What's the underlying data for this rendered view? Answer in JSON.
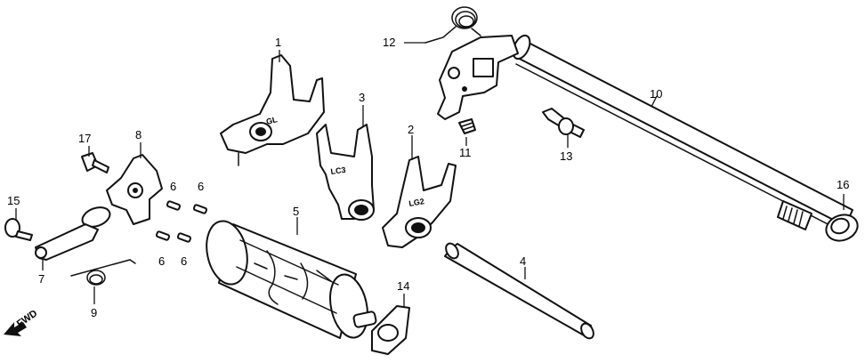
{
  "callouts": {
    "c1": "1",
    "c2": "2",
    "c3": "3",
    "c4": "4",
    "c5": "5",
    "c6a": "6",
    "c6b": "6",
    "c6c": "6",
    "c6d": "6",
    "c7": "7",
    "c8": "8",
    "c9": "9",
    "c10": "10",
    "c11": "11",
    "c12": "12",
    "c13": "13",
    "c14": "14",
    "c15": "15",
    "c16": "16",
    "c17": "17"
  },
  "stamps": {
    "fork1": "GL",
    "fork3": "LC3",
    "fork2": "LG2"
  },
  "direction": "FWD"
}
